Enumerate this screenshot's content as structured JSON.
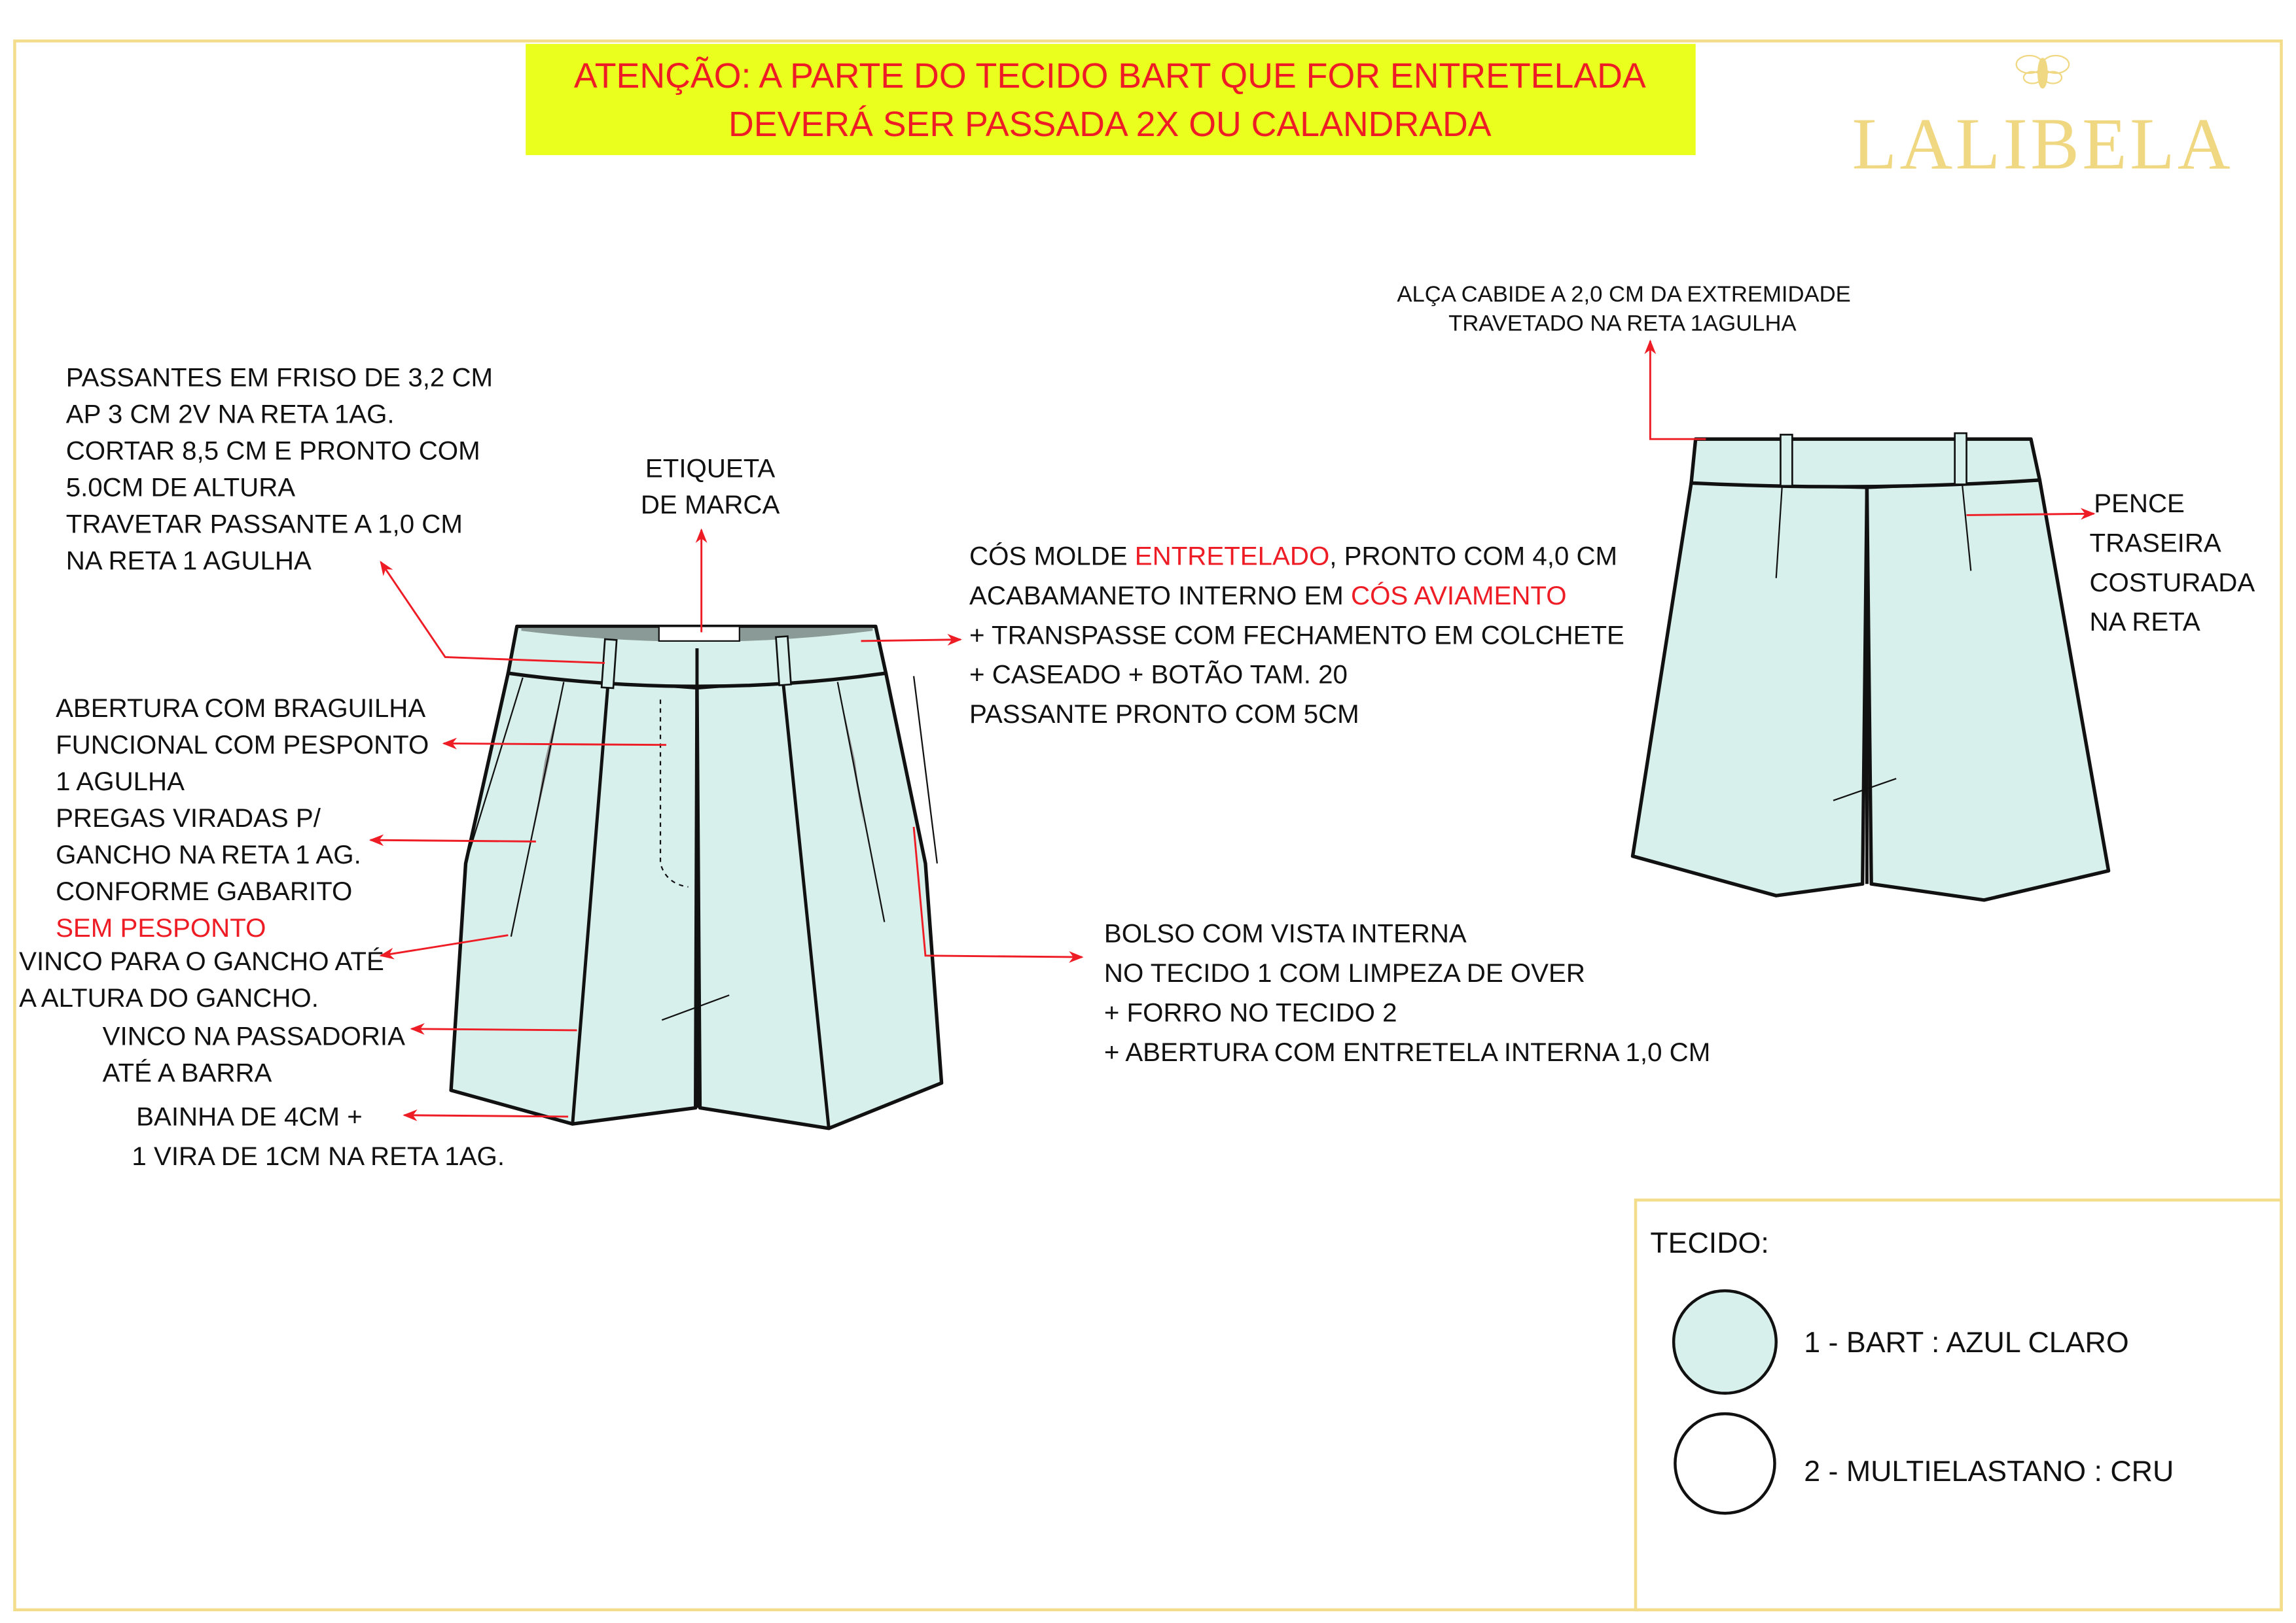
{
  "warning": {
    "line1": "ATENÇÃO: A PARTE DO TECIDO BART QUE FOR ENTRETELADA",
    "line2": "DEVERÁ SER PASSADA 2X OU CALANDRADA"
  },
  "brand": {
    "name": "LALIBELA",
    "icon": "bee-icon"
  },
  "notes": {
    "passantes": [
      "PASSANTES EM FRISO DE 3,2 CM",
      "AP 3 CM 2V NA RETA 1AG.",
      "CORTAR 8,5  CM  E  PRONTO COM",
      "5.0CM DE ALTURA",
      "TRAVETAR PASSANTE A 1,0 CM",
      "NA RETA 1 AGULHA"
    ],
    "etiqueta": [
      "ETIQUETA",
      "DE MARCA"
    ],
    "abertura": [
      "ABERTURA COM BRAGUILHA",
      "FUNCIONAL COM  PESPONTO",
      "1 AGULHA",
      "PREGAS VIRADAS P/",
      "GANCHO NA RETA 1 AG.",
      "CONFORME GABARITO"
    ],
    "sem_pesponto": "SEM PESPONTO",
    "vinco_gancho": [
      "VINCO PARA O GANCHO ATÉ",
      " A ALTURA DO GANCHO."
    ],
    "vinco_passadoria": [
      "VINCO NA PASSADORIA",
      "ATÉ A BARRA"
    ],
    "bainha": [
      "BAINHA DE 4CM +",
      "1 VIRA DE 1CM NA RETA 1AG."
    ],
    "cos": {
      "l1a": "CÓS MOLDE ",
      "l1b": "ENTRETELADO",
      "l1c": ", PRONTO COM 4,0 CM",
      "l2a": " ACABAMANETO INTERNO EM ",
      "l2b": "CÓS AVIAMENTO",
      "l3": " + TRANSPASSE COM FECHAMENTO EM COLCHETE",
      "l4": " + CASEADO + BOTÃO TAM. 20",
      "l5": " PASSANTE PRONTO COM 5CM"
    },
    "bolso": [
      "BOLSO COM VISTA INTERNA",
      "NO TECIDO 1 COM LIMPEZA DE OVER",
      "+    FORRO  NO TECIDO 2",
      "+    ABERTURA COM ENTRETELA INTERNA 1,0 CM"
    ],
    "alca": [
      "ALÇA CABIDE A 2,0 CM DA EXTREMIDADE",
      "TRAVETADO NA RETA 1AGULHA"
    ],
    "pence": [
      "PENCE",
      "TRASEIRA",
      "COSTURADA",
      " NA RETA"
    ]
  },
  "legend": {
    "title": "TECIDO:",
    "items": [
      {
        "label": "1 - BART : AZUL CLARO",
        "color": "#d8f0ec"
      },
      {
        "label": "2 - MULTIELASTANO : CRU",
        "color": "#ffffff"
      }
    ]
  },
  "colors": {
    "accent": "#ee1c25",
    "highlight": "#ebff1e",
    "brand": "#f0d782",
    "fabric": "#d8f0ec"
  }
}
